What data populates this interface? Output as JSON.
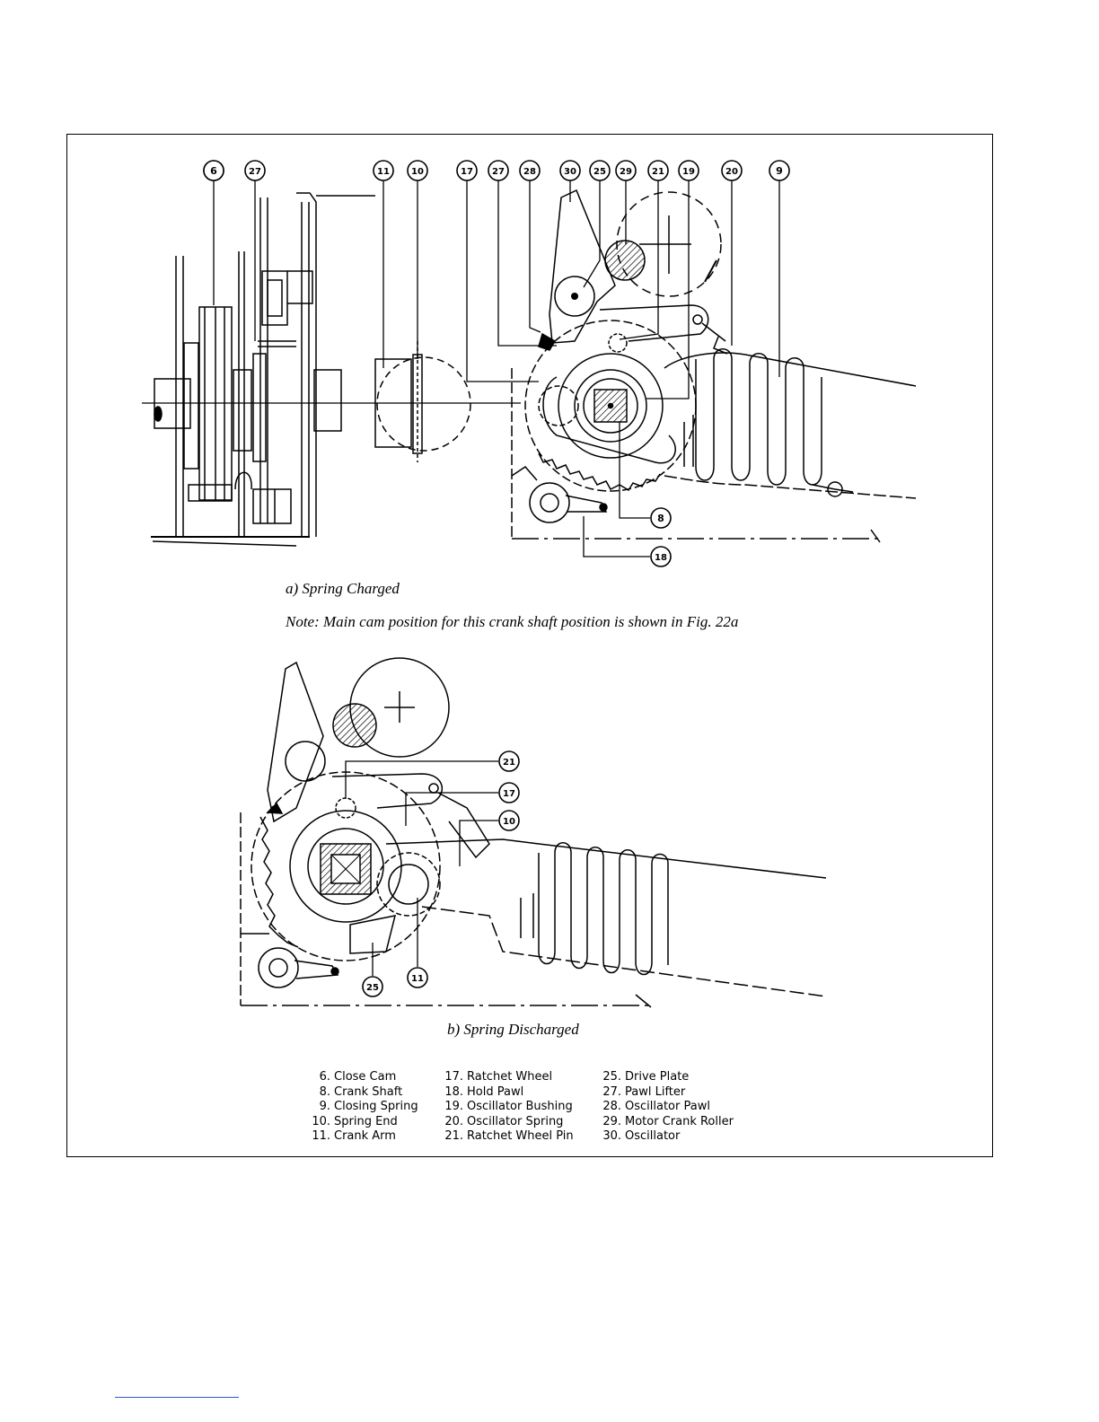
{
  "captions": {
    "a": "a)  Spring Charged",
    "note": "Note:  Main cam position for this crank shaft position is shown in Fig. 22a",
    "b": "b)  Spring Discharged"
  },
  "callouts_a": [
    "6",
    "27",
    "11",
    "10",
    "17",
    "27",
    "28",
    "30",
    "25",
    "29",
    "21",
    "19",
    "20",
    "9",
    "8",
    "18"
  ],
  "callouts_b": [
    "21",
    "17",
    "10",
    "25",
    "11"
  ],
  "legend": [
    [
      {
        "num": "6.",
        "label": "Close Cam"
      },
      {
        "num": "8.",
        "label": "Crank Shaft"
      },
      {
        "num": "9.",
        "label": "Closing Spring"
      },
      {
        "num": "10.",
        "label": "Spring End"
      },
      {
        "num": "11.",
        "label": "Crank Arm"
      }
    ],
    [
      {
        "num": "17.",
        "label": "Ratchet Wheel"
      },
      {
        "num": "18.",
        "label": "Hold Pawl"
      },
      {
        "num": "19.",
        "label": "Oscillator Bushing"
      },
      {
        "num": "20.",
        "label": "Oscillator Spring"
      },
      {
        "num": "21.",
        "label": "Ratchet Wheel Pin"
      }
    ],
    [
      {
        "num": "25.",
        "label": "Drive Plate"
      },
      {
        "num": "27.",
        "label": "Pawl Lifter"
      },
      {
        "num": "28.",
        "label": "Oscillator Pawl"
      },
      {
        "num": "29.",
        "label": "Motor Crank Roller"
      },
      {
        "num": "30.",
        "label": "Oscillator"
      }
    ]
  ]
}
